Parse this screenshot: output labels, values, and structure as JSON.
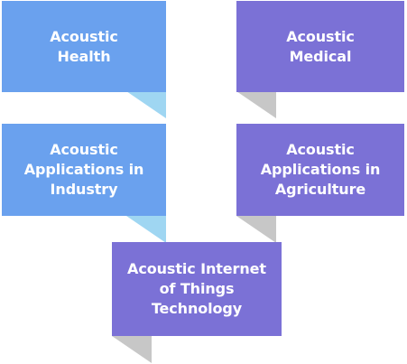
{
  "colors": {
    "blue": "#6aa1ee",
    "blue_fold": "#9fd6f2",
    "purple": "#7b71d6",
    "purple_fold": "#c7c7c7"
  },
  "boxes": {
    "health": {
      "label": "Acoustic Health"
    },
    "medical": {
      "label": "Acoustic Medical"
    },
    "industry": {
      "label": "Acoustic Applications in Industry"
    },
    "agriculture": {
      "label": "Acoustic Applications in Agriculture"
    },
    "iot": {
      "label": "Acoustic Internet of Things Technology"
    }
  }
}
